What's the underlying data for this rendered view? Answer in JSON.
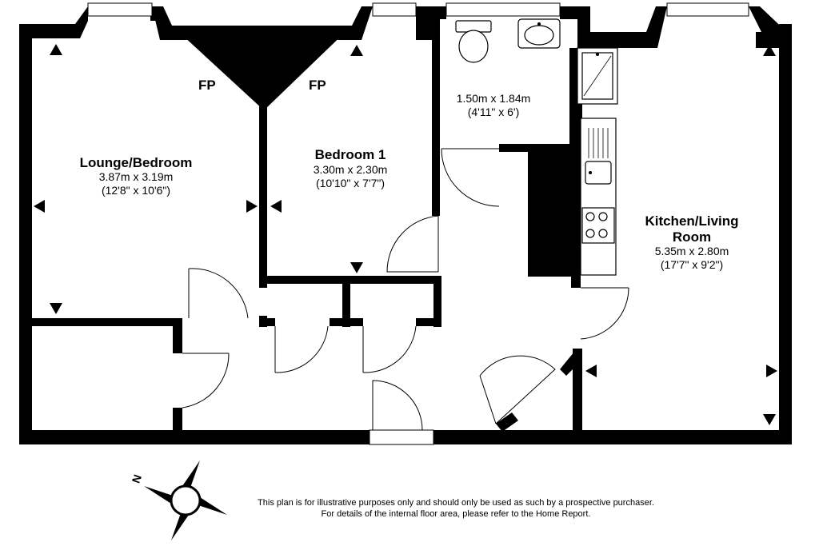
{
  "rooms": {
    "lounge": {
      "name": "Lounge/Bedroom",
      "metric": "3.87m x 3.19m",
      "imperial": "(12'8\" x 10'6\")"
    },
    "bedroom1": {
      "name": "Bedroom 1",
      "metric": "3.30m x 2.30m",
      "imperial": "(10'10\" x 7'7\")"
    },
    "bathroom": {
      "metric": "1.50m x 1.84m",
      "imperial": "(4'11\" x 6')"
    },
    "kitchen": {
      "name_line1": "Kitchen/Living",
      "name_line2": "Room",
      "metric": "5.35m x 2.80m",
      "imperial": "(17'7\" x 9'2\")"
    }
  },
  "fireplaces": {
    "label_left": "FP",
    "label_right": "FP"
  },
  "compass": {
    "north_label": "N"
  },
  "disclaimer": {
    "line1": "This plan is for illustrative purposes only and should only be used as such by a prospective purchaser.",
    "line2": "For details of the internal floor area, please refer to the Home Report."
  }
}
